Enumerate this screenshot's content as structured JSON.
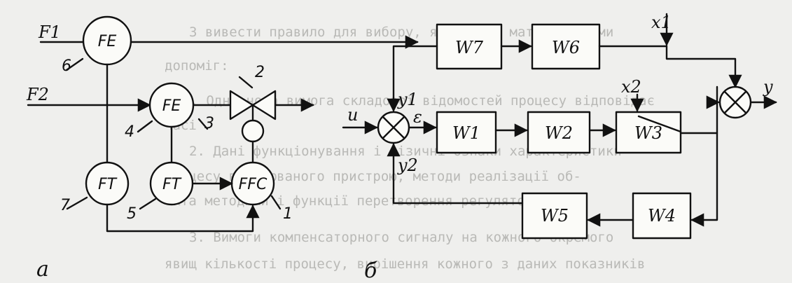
{
  "background_text": {
    "lines": [
      "3 вивести правило для вибору, якщо слід мати дійсними",
      "допоміг:",
      "1. Одна нова вимога складової відомостей процесу відповідає",
      "часі                      ",
      "2. Дані   функціонування і фізичні ознаки    характеристики",
      "процесу  вимірюваного пристрою, методи реалізації     об-",
      "єкта методики і функції перетворення регулятори",
      "3. Вимоги компенсаторного сигналу на кожного окремого",
      "явищ кількості процесу, вирішення кожного з даних показників"
    ]
  },
  "diagram_a": {
    "caption": "а",
    "inputs": {
      "f1": "F1",
      "f2": "F2"
    },
    "devices": {
      "fe_main": "FE",
      "fe_second": "FE",
      "ft_left": "FT",
      "ft_mid": "FT",
      "ffc": "FFC"
    },
    "numbers": {
      "n1": "1",
      "n2": "2",
      "n3": "3",
      "n4": "4",
      "n5": "5",
      "n6": "6",
      "n7": "7"
    }
  },
  "diagram_b": {
    "caption": "б",
    "blocks": {
      "w1": "W1",
      "w2": "W2",
      "w3": "W3",
      "w4": "W4",
      "w5": "W5",
      "w6": "W6",
      "w7": "W7"
    },
    "signals": {
      "u": "u",
      "e": "ε",
      "y1": "y1",
      "y2": "y2",
      "x1": "x1",
      "x2": "x2",
      "y": "y"
    }
  }
}
